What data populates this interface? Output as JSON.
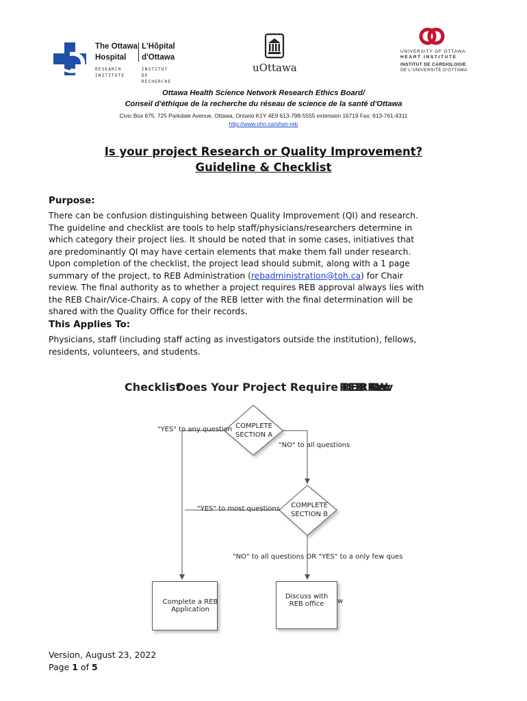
{
  "header": {
    "toh": {
      "name_en_1": "The Ottawa",
      "name_en_2": "Hospital",
      "name_fr_1": "L'Hôpital",
      "name_fr_2": "d'Ottawa",
      "sub_en_1": "RESEARCH",
      "sub_en_2": "INSTITUTE",
      "sub_fr_1": "INSTITUT DE",
      "sub_fr_2": "RECHERCHE"
    },
    "uottawa": {
      "name": "uOttawa"
    },
    "heart": {
      "line1": "UNIVERSITY OF OTTAWA",
      "line2": "HEART INSTITUTE",
      "line3": "INSTITUT DE CARDIOLOGIE",
      "line4": "DE L'UNIVERSITÉ D'OTTAWA",
      "color": "#c8102e"
    },
    "board_en": "Ottawa Health Science Network Research Ethics Board/",
    "board_fr": "Conseil d'éthique de la recherche du réseau de science de la santé d'Ottawa",
    "address": "Civic Box 675, 725 Parkdale Avenue, Ottawa, Ontario  K1Y 4E9  613-798-5555 extension 16719 Fax: 613-761-4311",
    "url": "http://www.ohri.ca/ohsn-reb"
  },
  "title": {
    "line1": "Is your project Research or Quality Improvement?",
    "line2": "Guideline & Checklist"
  },
  "purpose": {
    "heading": "Purpose:",
    "lines": [
      "There can be confusion distinguishing between Quality Improvement (QI) and research.",
      "The guideline and checklist are tools to help staff/physicians/researchers determine in",
      "which category their project lies.  It should be noted that in some cases, initiatives that",
      "are predominantly QI may have certain elements that make them fall under research.",
      "Upon completion of the checklist, the project lead should submit, along with a 1 page"
    ],
    "line6_before": "summary of the project, to REB Administration (",
    "email": "rebadministration@toh.ca",
    "line6_after": ") for Chair",
    "lines_end": [
      "review.  The final authority as to whether a project requires REB approval always lies with",
      "the REB Chair/Vice-Chairs. A copy of the REB letter with the final determination will be",
      "shared with the Quality Office for their records."
    ]
  },
  "applies": {
    "heading": "This Applies To:",
    "lines": [
      "Physicians, staff (including staff acting as investigators outside the institution), fellows,",
      "residents, volunteers, and students."
    ]
  },
  "flowchart": {
    "title_a": "Checklist",
    "title_b": "Does Your Project Require REB Rev",
    "title_c": "REB Rev",
    "title_d": "DRAW",
    "yes_any": "\"YES\" to any question",
    "section_a_1": "COMPLETE",
    "section_a_2": "SECTION A",
    "no_all": "\"NO\" to all questions",
    "yes_most": "\"YES\" to most questions",
    "section_b_1": "COMPLETE",
    "section_b_2": "SECTION B",
    "no_or_few": "\"NO\" to all questions OR \"YES\" to a only few ques",
    "box_reb_1": "Complete a REB",
    "box_reb_2": "Application",
    "box_office_1": "Discuss with",
    "box_office_2": "REB office",
    "stray": "w"
  },
  "footer": {
    "version": "Version, August 23, 2022",
    "page_word": "Page ",
    "page_num": "1",
    "of_word": " of ",
    "page_total": "5"
  },
  "colors": {
    "link": "#1a44cc",
    "toh_blue": "#1f4fa8"
  },
  "icons": [
    "ottawa-hospital-cross-icon",
    "uottawa-building-icon",
    "heart-institute-logo-icon"
  ]
}
